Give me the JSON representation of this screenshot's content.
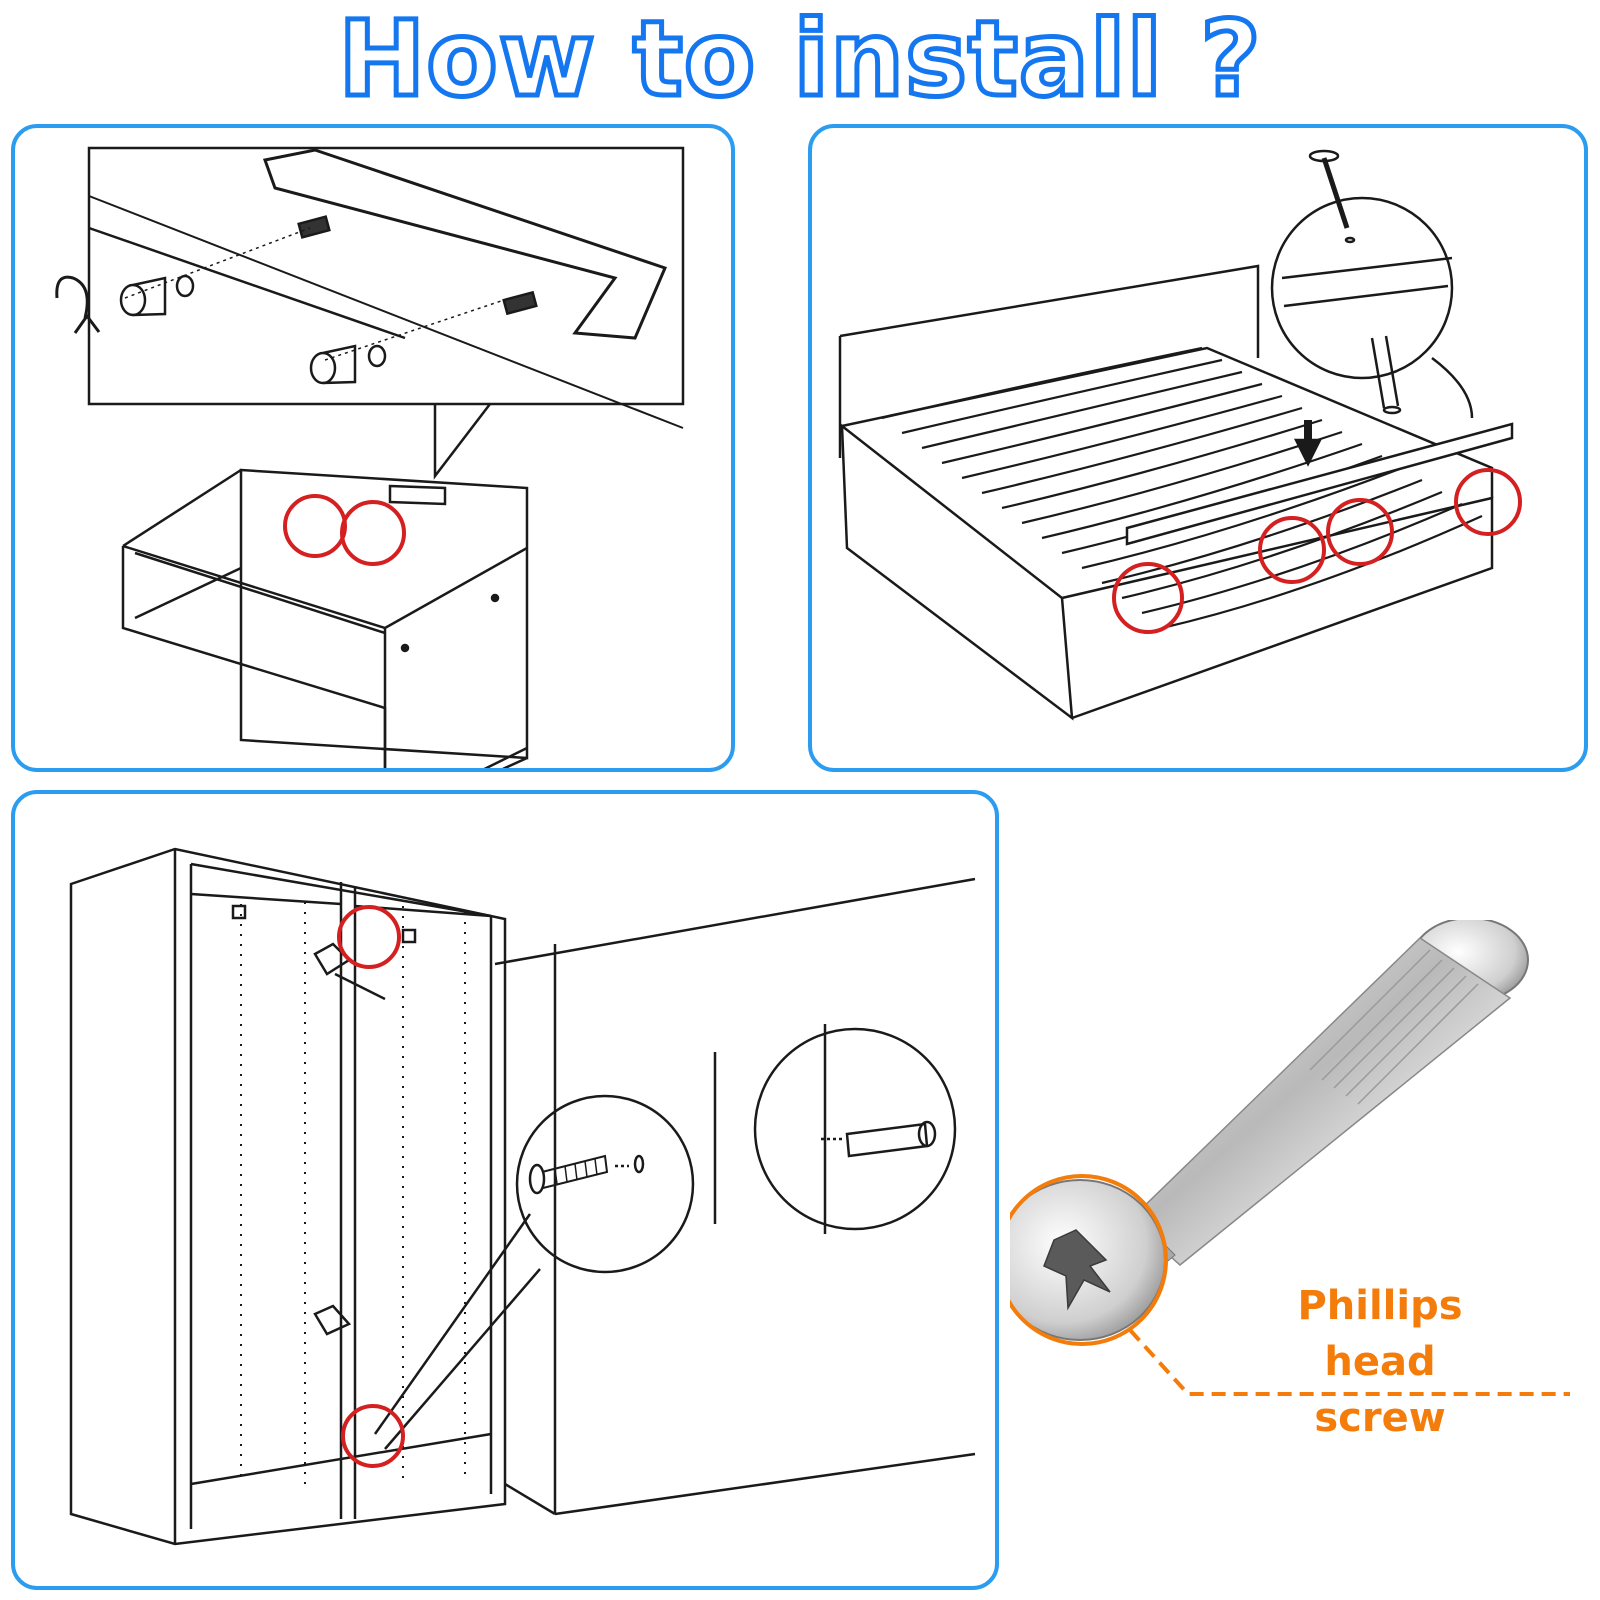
{
  "title": "How to install ?",
  "callout": {
    "line1": "Phillips",
    "line2": "head screw"
  },
  "colors": {
    "title_fill": "#ffffff",
    "title_outline": "#1577f0",
    "panel_border": "#2c9cf0",
    "highlight_circle": "#d42020",
    "callout": "#f47c0a"
  },
  "panels": [
    {
      "name": "drawer",
      "highlight_icon": "red-circle-icon"
    },
    {
      "name": "bed",
      "highlight_icon": "red-circle-icon"
    },
    {
      "name": "wardrobe",
      "highlight_icon": "red-circle-icon"
    }
  ]
}
